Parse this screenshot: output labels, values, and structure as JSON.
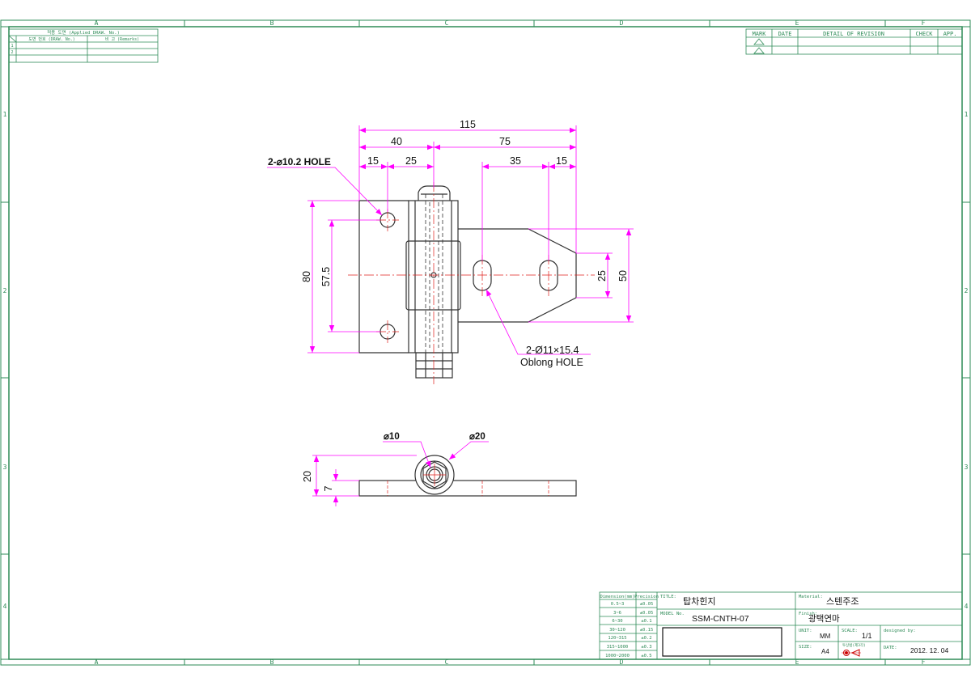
{
  "border": {
    "columns": [
      "A",
      "B",
      "C",
      "D",
      "E",
      "F"
    ],
    "rows": [
      "1",
      "2",
      "3",
      "4"
    ]
  },
  "applied_table": {
    "header": "적용 도면 (Applied DRAW. No.)",
    "col1": "도면 번호 (DRAW. No.)",
    "col2": "비 고 (Remarks)",
    "rows": [
      "1",
      "2"
    ]
  },
  "revision_table": {
    "headers": [
      "MARK",
      "DATE",
      "DETAIL OF REVISION",
      "CHECK",
      "APP."
    ]
  },
  "drawing": {
    "dims": {
      "overall_length": "115",
      "left_leaf": "40",
      "right_leaf": "75",
      "hole_offset": "15",
      "hole_to_pin": "25",
      "slot_spacing": "35",
      "slot_edge": "15",
      "height_left": "80",
      "hole_pitch": "57.5",
      "height_right": "50",
      "slot_center": "25",
      "pin_dia": "⌀10",
      "knuckle_dia": "⌀20",
      "side_height": "20",
      "thickness": "7"
    },
    "labels": {
      "hole_note": "2-⌀10.2 HOLE",
      "slot_note_1": "2-Ø11×15.4",
      "slot_note_2": "Oblong HOLE"
    }
  },
  "title_block": {
    "tolerance": {
      "header_dim": "Dimension(mm)",
      "header_prec": "Precision",
      "rows": [
        [
          "0.5~3",
          "±0.05"
        ],
        [
          "3~6",
          "±0.05"
        ],
        [
          "6~30",
          "±0.1"
        ],
        [
          "30~120",
          "±0.15"
        ],
        [
          "120~315",
          "±0.2"
        ],
        [
          "315~1000",
          "±0.3"
        ],
        [
          "1000~2000",
          "±0.5"
        ]
      ]
    },
    "title_label": "TITLE:",
    "title": "탑차힌지",
    "model_label": "MODEL No.",
    "model": "SSM-CNTH-07",
    "material_label": "Material:",
    "material": "스텐주조",
    "finish_label": "Finish:",
    "finish": "광택연마",
    "unit_label": "UNIT:",
    "unit": "MM",
    "scale_label": "SCALE:",
    "scale": "1/1",
    "designed_label": "designed by:",
    "size_label": "SIZE:",
    "size": "A4",
    "projection_label": "투상법(제3각)",
    "date_label": "DATE:",
    "date": "2012. 12. 04"
  },
  "colors": {
    "border": "#2e8b57",
    "dimension": "#ff00ff",
    "centerline": "#e0201c",
    "part": "#333333"
  }
}
